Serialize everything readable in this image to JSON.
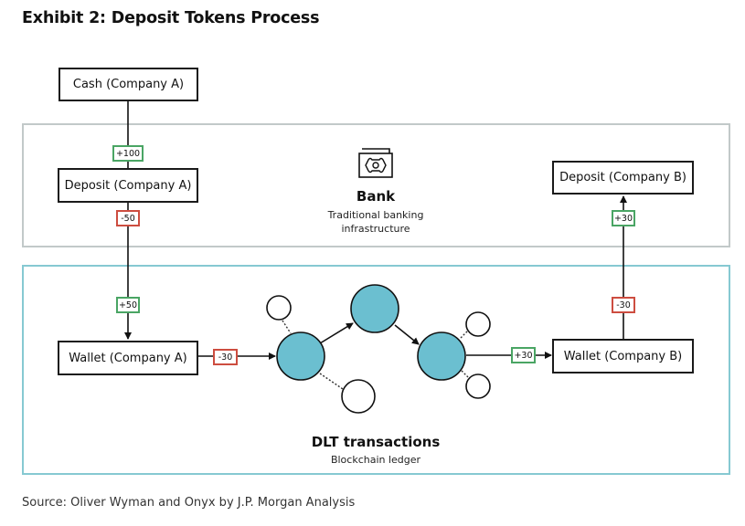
{
  "title": "Exhibit 2: Deposit Tokens Process",
  "nodes": {
    "cash_a": "Cash (Company A)",
    "deposit_a": "Deposit (Company A)",
    "wallet_a": "Wallet (Company A)",
    "deposit_b": "Deposit (Company B)",
    "wallet_b": "Wallet (Company B)"
  },
  "badges": {
    "cash_to_deposit_a": "+100",
    "deposit_a_out": "-50",
    "wallet_a_in": "+50",
    "wallet_a_out": "-30",
    "wallet_b_in": "+30",
    "wallet_b_out": "-30",
    "deposit_b_in": "+30"
  },
  "bank": {
    "icon": "banknote-icon",
    "title": "Bank",
    "subtitle_line1": "Traditional banking",
    "subtitle_line2": "infrastructure"
  },
  "dlt": {
    "title": "DLT transactions",
    "subtitle": "Blockchain ledger"
  },
  "colors": {
    "positive": "#4aa564",
    "negative": "#cd4d40",
    "bank_border": "#c2c9c9",
    "dlt_border": "#86c9d2",
    "ledger_node_fill": "#6bbfd0"
  },
  "source": "Source: Oliver Wyman and Onyx by J.P. Morgan Analysis"
}
